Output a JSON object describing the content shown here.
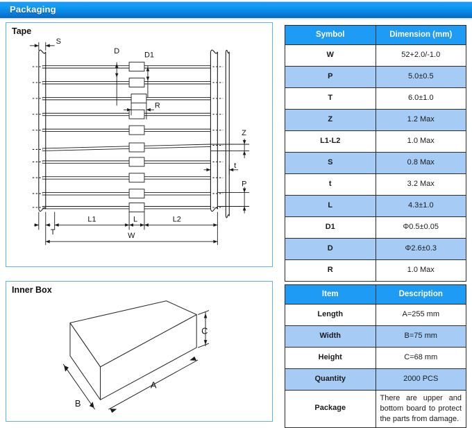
{
  "banner": {
    "title": "Packaging"
  },
  "panels": {
    "tape": {
      "title": "Tape",
      "labels": {
        "S": "S",
        "D": "D",
        "D1": "D1",
        "R": "R",
        "Z": "Z",
        "t": "t",
        "P": "P",
        "T": "T",
        "L1": "L1",
        "L": "L",
        "L2": "L2",
        "W": "W"
      }
    },
    "inner_box": {
      "title": "Inner Box",
      "labels": {
        "A": "A",
        "B": "B",
        "C": "C"
      }
    }
  },
  "tables": {
    "tape": {
      "headers": [
        "Symbol",
        "Dimension (mm)"
      ],
      "rows": [
        {
          "symbol": "W",
          "dimension": "52+2.0/-1.0"
        },
        {
          "symbol": "P",
          "dimension": "5.0±0.5"
        },
        {
          "symbol": "T",
          "dimension": "6.0±1.0"
        },
        {
          "symbol": "Z",
          "dimension": "1.2 Max"
        },
        {
          "symbol": "L1-L2",
          "dimension": "1.0 Max"
        },
        {
          "symbol": "S",
          "dimension": "0.8 Max"
        },
        {
          "symbol": "t",
          "dimension": "3.2 Max"
        },
        {
          "symbol": "L",
          "dimension": "4.3±1.0"
        },
        {
          "symbol": "D1",
          "dimension": "Φ0.5±0.05"
        },
        {
          "symbol": "D",
          "dimension": "Φ2.6±0.3"
        },
        {
          "symbol": "R",
          "dimension": "1.0 Max"
        }
      ]
    },
    "inner_box": {
      "headers": [
        "Item",
        "Description"
      ],
      "rows": [
        {
          "item": "Length",
          "description": "A=255 mm"
        },
        {
          "item": "Width",
          "description": "B=75 mm"
        },
        {
          "item": "Height",
          "description": "C=68 mm"
        },
        {
          "item": "Quantity",
          "description": "2000 PCS"
        },
        {
          "item": "Package",
          "description": "There are upper and bottom board to protect the parts from damage."
        }
      ]
    }
  },
  "colors": {
    "banner_blue": "#0a8ae8",
    "header_blue": "#1e9cf5",
    "alt_row_blue": "#a6ccf5",
    "panel_border": "#5cb3ef"
  }
}
